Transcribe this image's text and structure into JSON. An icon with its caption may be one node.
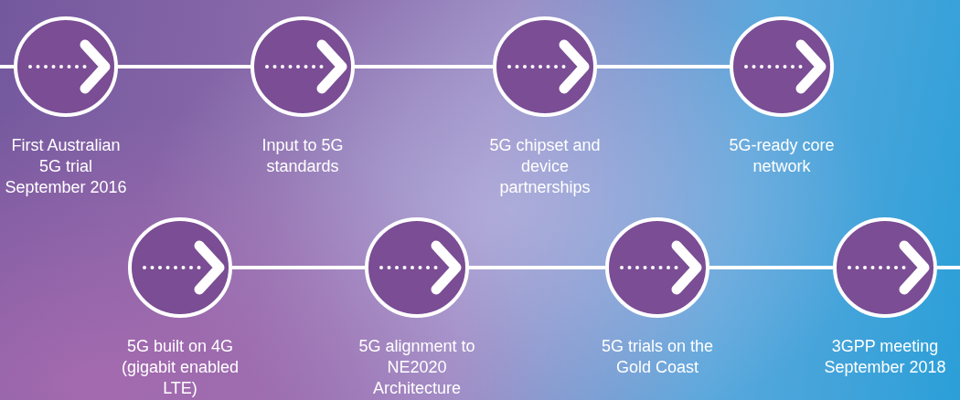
{
  "diagram": {
    "nodes": [
      {
        "text": [],
        "shape": "circle",
        "beside": [
          "First Australian 5G trial September 2016"
        ]
      },
      {
        "text": [],
        "shape": "circle",
        "beside": [
          "Input to 5G standards"
        ]
      },
      {
        "text": [],
        "shape": "circle",
        "beside": [
          "5G chipset and device partnerships"
        ]
      },
      {
        "text": [],
        "shape": "circle",
        "beside": [
          "5G-ready core network"
        ]
      },
      {
        "text": [],
        "shape": "circle",
        "beside": [
          "5G built on 4G (gigabit enabled LTE)"
        ]
      },
      {
        "text": [],
        "shape": "circle",
        "beside": [
          "5G alignment to NE2020 Architecture"
        ]
      },
      {
        "text": [],
        "shape": "circle",
        "beside": [
          "5G trials on the Gold Coast"
        ]
      },
      {
        "text": [],
        "shape": "circle",
        "beside": [
          "3GPP meeting September 2018"
        ]
      }
    ],
    "edges": [
      {
        "from": null,
        "to": 0,
        "arrow": "none"
      },
      {
        "from": 0,
        "to": 1,
        "arrow": "none"
      },
      {
        "from": 1,
        "to": 2,
        "arrow": "none"
      },
      {
        "from": 2,
        "to": 3,
        "arrow": "none"
      },
      {
        "from": 4,
        "to": 5,
        "arrow": "none"
      },
      {
        "from": 5,
        "to": 6,
        "arrow": "none"
      },
      {
        "from": 6,
        "to": 7,
        "arrow": "none"
      },
      {
        "from": 7,
        "to": null,
        "arrow": "none"
      }
    ]
  }
}
